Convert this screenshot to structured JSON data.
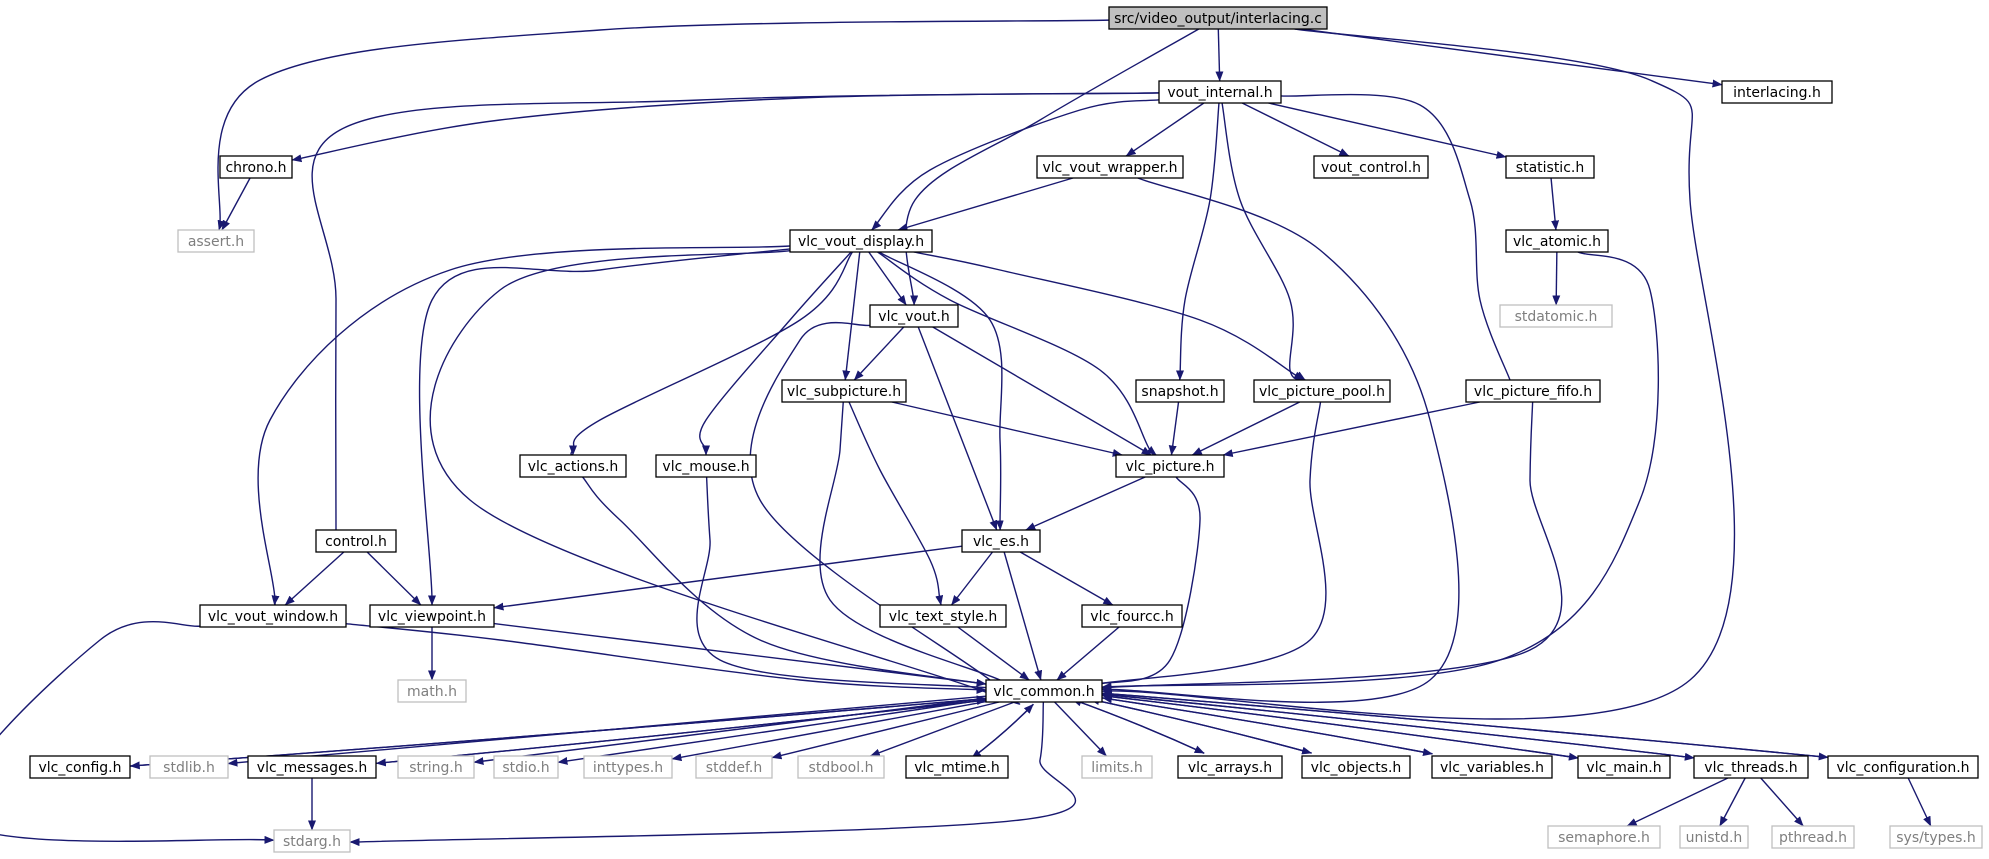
{
  "diagram": {
    "colors": {
      "edge": "#191970",
      "root_fill": "#bfbfbf",
      "node_border": "#000000",
      "external_border": "#bfbfbf",
      "external_text": "#7f7f7f"
    },
    "nodes": [
      {
        "id": "root",
        "label": "src/video_output/interlacing.c",
        "kind": "root"
      },
      {
        "id": "vout_internal",
        "label": "vout_internal.h",
        "kind": "file"
      },
      {
        "id": "interlacing",
        "label": "interlacing.h",
        "kind": "file"
      },
      {
        "id": "chrono",
        "label": "chrono.h",
        "kind": "file"
      },
      {
        "id": "vlc_vout_wrapper",
        "label": "vlc_vout_wrapper.h",
        "kind": "file"
      },
      {
        "id": "vout_control",
        "label": "vout_control.h",
        "kind": "file"
      },
      {
        "id": "statistic",
        "label": "statistic.h",
        "kind": "file"
      },
      {
        "id": "assert",
        "label": "assert.h",
        "kind": "external"
      },
      {
        "id": "vlc_vout_display",
        "label": "vlc_vout_display.h",
        "kind": "file"
      },
      {
        "id": "vlc_atomic",
        "label": "vlc_atomic.h",
        "kind": "file"
      },
      {
        "id": "vlc_vout",
        "label": "vlc_vout.h",
        "kind": "file"
      },
      {
        "id": "stdatomic",
        "label": "stdatomic.h",
        "kind": "external"
      },
      {
        "id": "vlc_subpicture",
        "label": "vlc_subpicture.h",
        "kind": "file"
      },
      {
        "id": "snapshot",
        "label": "snapshot.h",
        "kind": "file"
      },
      {
        "id": "vlc_picture_pool",
        "label": "vlc_picture_pool.h",
        "kind": "file"
      },
      {
        "id": "vlc_picture_fifo",
        "label": "vlc_picture_fifo.h",
        "kind": "file"
      },
      {
        "id": "vlc_actions",
        "label": "vlc_actions.h",
        "kind": "file"
      },
      {
        "id": "vlc_mouse",
        "label": "vlc_mouse.h",
        "kind": "file"
      },
      {
        "id": "vlc_picture",
        "label": "vlc_picture.h",
        "kind": "file"
      },
      {
        "id": "control",
        "label": "control.h",
        "kind": "file"
      },
      {
        "id": "vlc_es",
        "label": "vlc_es.h",
        "kind": "file"
      },
      {
        "id": "vlc_vout_window",
        "label": "vlc_vout_window.h",
        "kind": "file"
      },
      {
        "id": "vlc_viewpoint",
        "label": "vlc_viewpoint.h",
        "kind": "file"
      },
      {
        "id": "vlc_text_style",
        "label": "vlc_text_style.h",
        "kind": "file"
      },
      {
        "id": "vlc_fourcc",
        "label": "vlc_fourcc.h",
        "kind": "file"
      },
      {
        "id": "math",
        "label": "math.h",
        "kind": "external"
      },
      {
        "id": "vlc_common",
        "label": "vlc_common.h",
        "kind": "file"
      },
      {
        "id": "vlc_config",
        "label": "vlc_config.h",
        "kind": "file"
      },
      {
        "id": "stdlib",
        "label": "stdlib.h",
        "kind": "external"
      },
      {
        "id": "vlc_messages",
        "label": "vlc_messages.h",
        "kind": "file"
      },
      {
        "id": "string",
        "label": "string.h",
        "kind": "external"
      },
      {
        "id": "stdio",
        "label": "stdio.h",
        "kind": "external"
      },
      {
        "id": "inttypes",
        "label": "inttypes.h",
        "kind": "external"
      },
      {
        "id": "stddef",
        "label": "stddef.h",
        "kind": "external"
      },
      {
        "id": "stdbool",
        "label": "stdbool.h",
        "kind": "external"
      },
      {
        "id": "vlc_mtime",
        "label": "vlc_mtime.h",
        "kind": "file"
      },
      {
        "id": "limits",
        "label": "limits.h",
        "kind": "external"
      },
      {
        "id": "vlc_arrays",
        "label": "vlc_arrays.h",
        "kind": "file"
      },
      {
        "id": "vlc_objects",
        "label": "vlc_objects.h",
        "kind": "file"
      },
      {
        "id": "vlc_variables",
        "label": "vlc_variables.h",
        "kind": "file"
      },
      {
        "id": "vlc_main",
        "label": "vlc_main.h",
        "kind": "file"
      },
      {
        "id": "vlc_threads",
        "label": "vlc_threads.h",
        "kind": "file"
      },
      {
        "id": "vlc_configuration",
        "label": "vlc_configuration.h",
        "kind": "file"
      },
      {
        "id": "stdarg",
        "label": "stdarg.h",
        "kind": "external"
      },
      {
        "id": "semaphore",
        "label": "semaphore.h",
        "kind": "external"
      },
      {
        "id": "unistd",
        "label": "unistd.h",
        "kind": "external"
      },
      {
        "id": "pthread",
        "label": "pthread.h",
        "kind": "external"
      },
      {
        "id": "sys_types",
        "label": "sys/types.h",
        "kind": "external"
      }
    ],
    "edges": [
      [
        "root",
        "vout_internal"
      ],
      [
        "root",
        "interlacing"
      ],
      [
        "root",
        "assert"
      ],
      [
        "root",
        "vlc_vout"
      ],
      [
        "root",
        "vlc_common"
      ],
      [
        "vout_internal",
        "chrono"
      ],
      [
        "vout_internal",
        "vlc_vout_wrapper"
      ],
      [
        "vout_internal",
        "vout_control"
      ],
      [
        "vout_internal",
        "statistic"
      ],
      [
        "vout_internal",
        "vlc_vout_display"
      ],
      [
        "vout_internal",
        "snapshot"
      ],
      [
        "vout_internal",
        "vlc_picture_pool"
      ],
      [
        "vout_internal",
        "vlc_picture_fifo"
      ],
      [
        "vout_internal",
        "control"
      ],
      [
        "chrono",
        "assert"
      ],
      [
        "vlc_vout_wrapper",
        "vlc_vout_display"
      ],
      [
        "vlc_vout_wrapper",
        "vlc_common"
      ],
      [
        "statistic",
        "vlc_atomic"
      ],
      [
        "vlc_atomic",
        "stdatomic"
      ],
      [
        "vlc_atomic",
        "vlc_common"
      ],
      [
        "vlc_vout_display",
        "vlc_vout"
      ],
      [
        "vlc_vout_display",
        "vlc_subpicture"
      ],
      [
        "vlc_vout_display",
        "vlc_picture_pool"
      ],
      [
        "vlc_vout_display",
        "vlc_actions"
      ],
      [
        "vlc_vout_display",
        "vlc_mouse"
      ],
      [
        "vlc_vout_display",
        "vlc_picture"
      ],
      [
        "vlc_vout_display",
        "vlc_es"
      ],
      [
        "vlc_vout_display",
        "vlc_vout_window"
      ],
      [
        "vlc_vout_display",
        "vlc_viewpoint"
      ],
      [
        "vlc_vout_display",
        "vlc_common"
      ],
      [
        "vlc_vout",
        "vlc_subpicture"
      ],
      [
        "vlc_vout",
        "vlc_picture"
      ],
      [
        "vlc_vout",
        "vlc_es"
      ],
      [
        "vlc_vout",
        "vlc_common"
      ],
      [
        "vlc_subpicture",
        "vlc_picture"
      ],
      [
        "vlc_subpicture",
        "vlc_text_style"
      ],
      [
        "vlc_subpicture",
        "vlc_common"
      ],
      [
        "snapshot",
        "vlc_picture"
      ],
      [
        "vlc_picture_pool",
        "vlc_picture"
      ],
      [
        "vlc_picture_pool",
        "vlc_common"
      ],
      [
        "vlc_picture_fifo",
        "vlc_picture"
      ],
      [
        "vlc_picture_fifo",
        "vlc_common"
      ],
      [
        "vlc_actions",
        "vlc_common"
      ],
      [
        "vlc_mouse",
        "vlc_common"
      ],
      [
        "vlc_picture",
        "vlc_es"
      ],
      [
        "vlc_picture",
        "vlc_common"
      ],
      [
        "control",
        "vlc_vout_window"
      ],
      [
        "control",
        "vlc_viewpoint"
      ],
      [
        "vlc_es",
        "vlc_viewpoint"
      ],
      [
        "vlc_es",
        "vlc_text_style"
      ],
      [
        "vlc_es",
        "vlc_fourcc"
      ],
      [
        "vlc_es",
        "vlc_common"
      ],
      [
        "vlc_vout_window",
        "vlc_common"
      ],
      [
        "vlc_vout_window",
        "stdarg"
      ],
      [
        "vlc_viewpoint",
        "math"
      ],
      [
        "vlc_viewpoint",
        "vlc_common"
      ],
      [
        "vlc_text_style",
        "vlc_common"
      ],
      [
        "vlc_fourcc",
        "vlc_common"
      ],
      [
        "vlc_common",
        "vlc_config"
      ],
      [
        "vlc_config",
        "vlc_common"
      ],
      [
        "vlc_common",
        "stdlib"
      ],
      [
        "vlc_common",
        "vlc_messages"
      ],
      [
        "vlc_messages",
        "vlc_common"
      ],
      [
        "vlc_messages",
        "stdarg"
      ],
      [
        "vlc_common",
        "string"
      ],
      [
        "vlc_common",
        "stdio"
      ],
      [
        "vlc_common",
        "inttypes"
      ],
      [
        "vlc_common",
        "stddef"
      ],
      [
        "vlc_common",
        "stdbool"
      ],
      [
        "vlc_common",
        "vlc_mtime"
      ],
      [
        "vlc_mtime",
        "vlc_common"
      ],
      [
        "vlc_common",
        "limits"
      ],
      [
        "vlc_common",
        "vlc_arrays"
      ],
      [
        "vlc_arrays",
        "vlc_common"
      ],
      [
        "vlc_common",
        "vlc_objects"
      ],
      [
        "vlc_objects",
        "vlc_common"
      ],
      [
        "vlc_common",
        "vlc_variables"
      ],
      [
        "vlc_variables",
        "vlc_common"
      ],
      [
        "vlc_common",
        "vlc_main"
      ],
      [
        "vlc_main",
        "vlc_common"
      ],
      [
        "vlc_common",
        "vlc_threads"
      ],
      [
        "vlc_threads",
        "vlc_common"
      ],
      [
        "vlc_common",
        "vlc_configuration"
      ],
      [
        "vlc_configuration",
        "vlc_common"
      ],
      [
        "vlc_common",
        "stdarg"
      ],
      [
        "vlc_threads",
        "semaphore"
      ],
      [
        "vlc_threads",
        "unistd"
      ],
      [
        "vlc_threads",
        "pthread"
      ],
      [
        "vlc_configuration",
        "sys_types"
      ]
    ]
  }
}
